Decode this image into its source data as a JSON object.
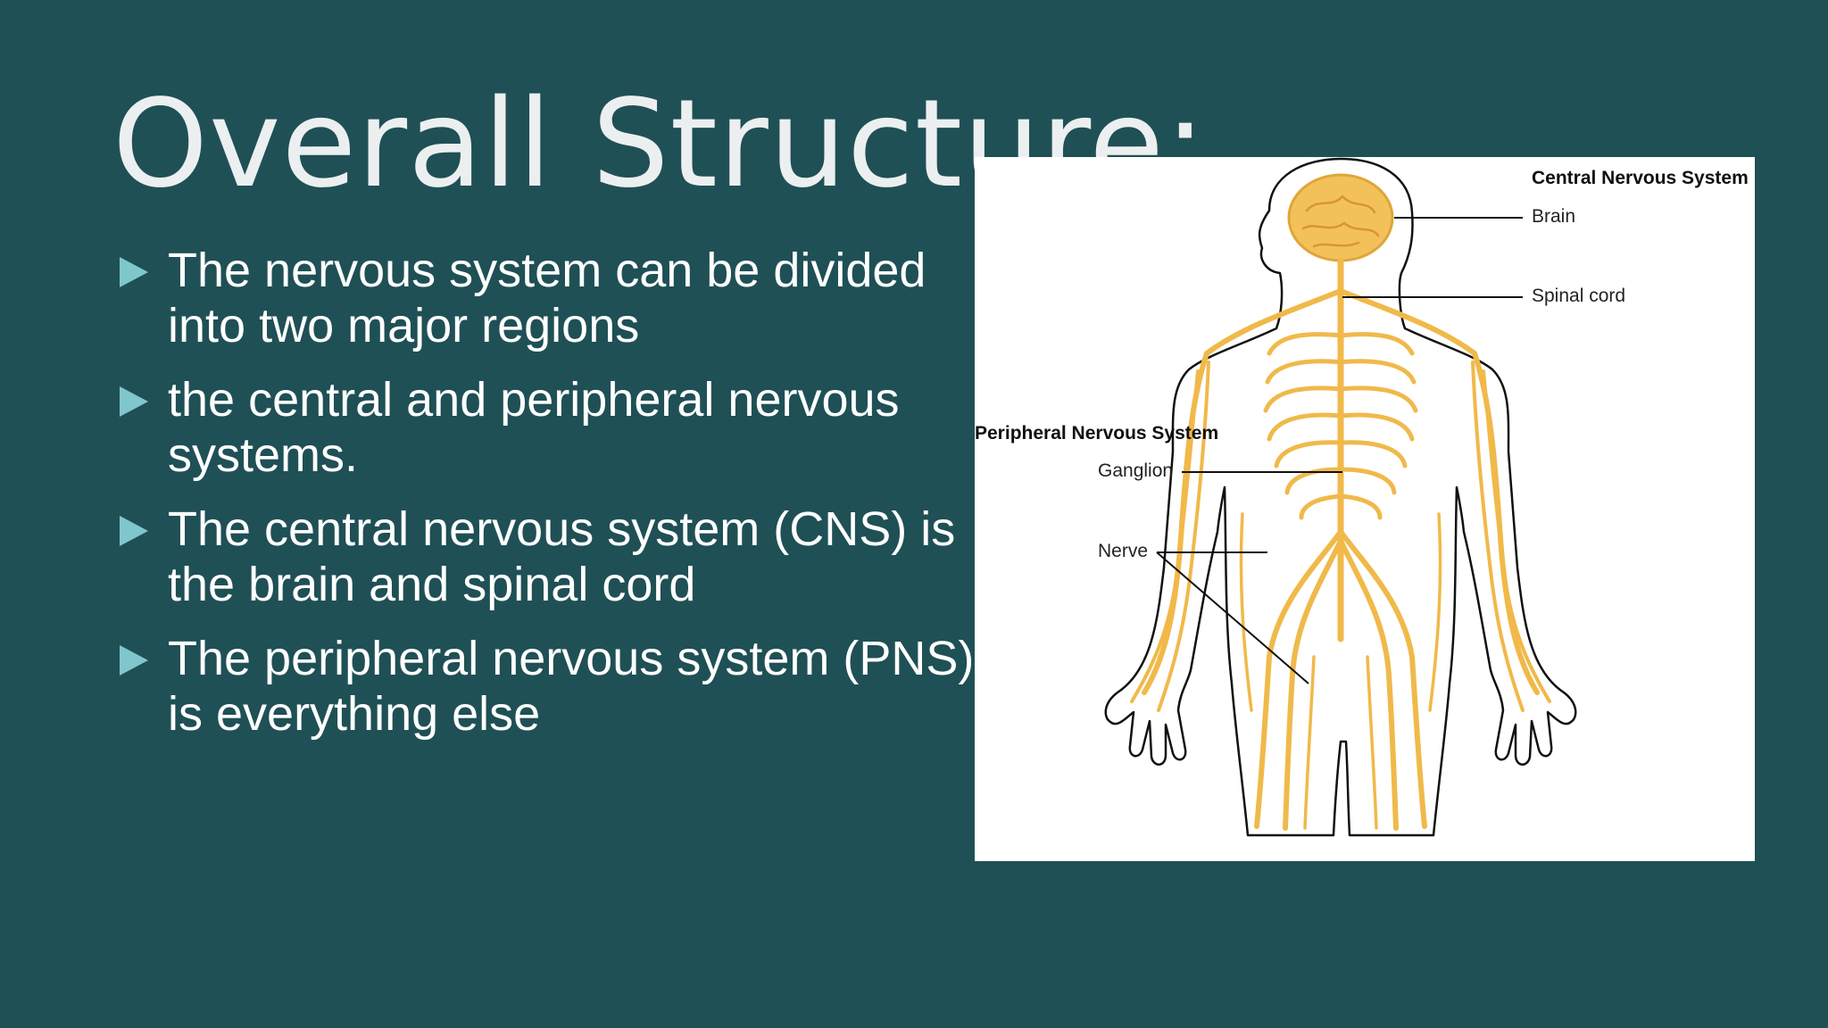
{
  "slide": {
    "title": "Overall Structure:",
    "bullets": [
      "The nervous system can be divided into two major regions",
      "the central and peripheral nervous systems.",
      "The central nervous system (CNS) is the brain and spinal cord",
      "The peripheral nervous system (PNS) is everything else"
    ]
  },
  "figure": {
    "labels": {
      "cns": "Central Nervous System",
      "brain": "Brain",
      "spinal_cord": "Spinal cord",
      "pns": "Peripheral Nervous System",
      "ganglion": "Ganglion",
      "nerve": "Nerve"
    }
  },
  "colors": {
    "background": "#1f5055",
    "title": "#eceff0",
    "text": "#ffffff",
    "bullet_marker": "#7fc7cc",
    "nerve": "#f0b94a"
  }
}
